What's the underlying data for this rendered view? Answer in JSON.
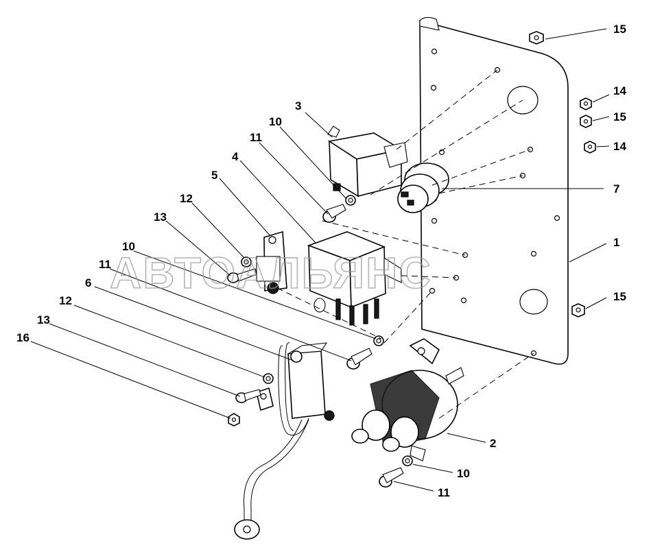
{
  "watermark": "АВТОАЛЬЯНС",
  "callouts": {
    "c1": "1",
    "c2": "2",
    "c3": "3",
    "c4": "4",
    "c5": "5",
    "c6": "6",
    "c7": "7",
    "c10a": "10",
    "c10b": "10",
    "c10c": "10",
    "c11a": "11",
    "c11b": "11",
    "c11c": "11",
    "c12a": "12",
    "c12b": "12",
    "c13a": "13",
    "c13b": "13",
    "c14a": "14",
    "c14b": "14",
    "c15a": "15",
    "c15b": "15",
    "c15c": "15",
    "c16": "16"
  }
}
